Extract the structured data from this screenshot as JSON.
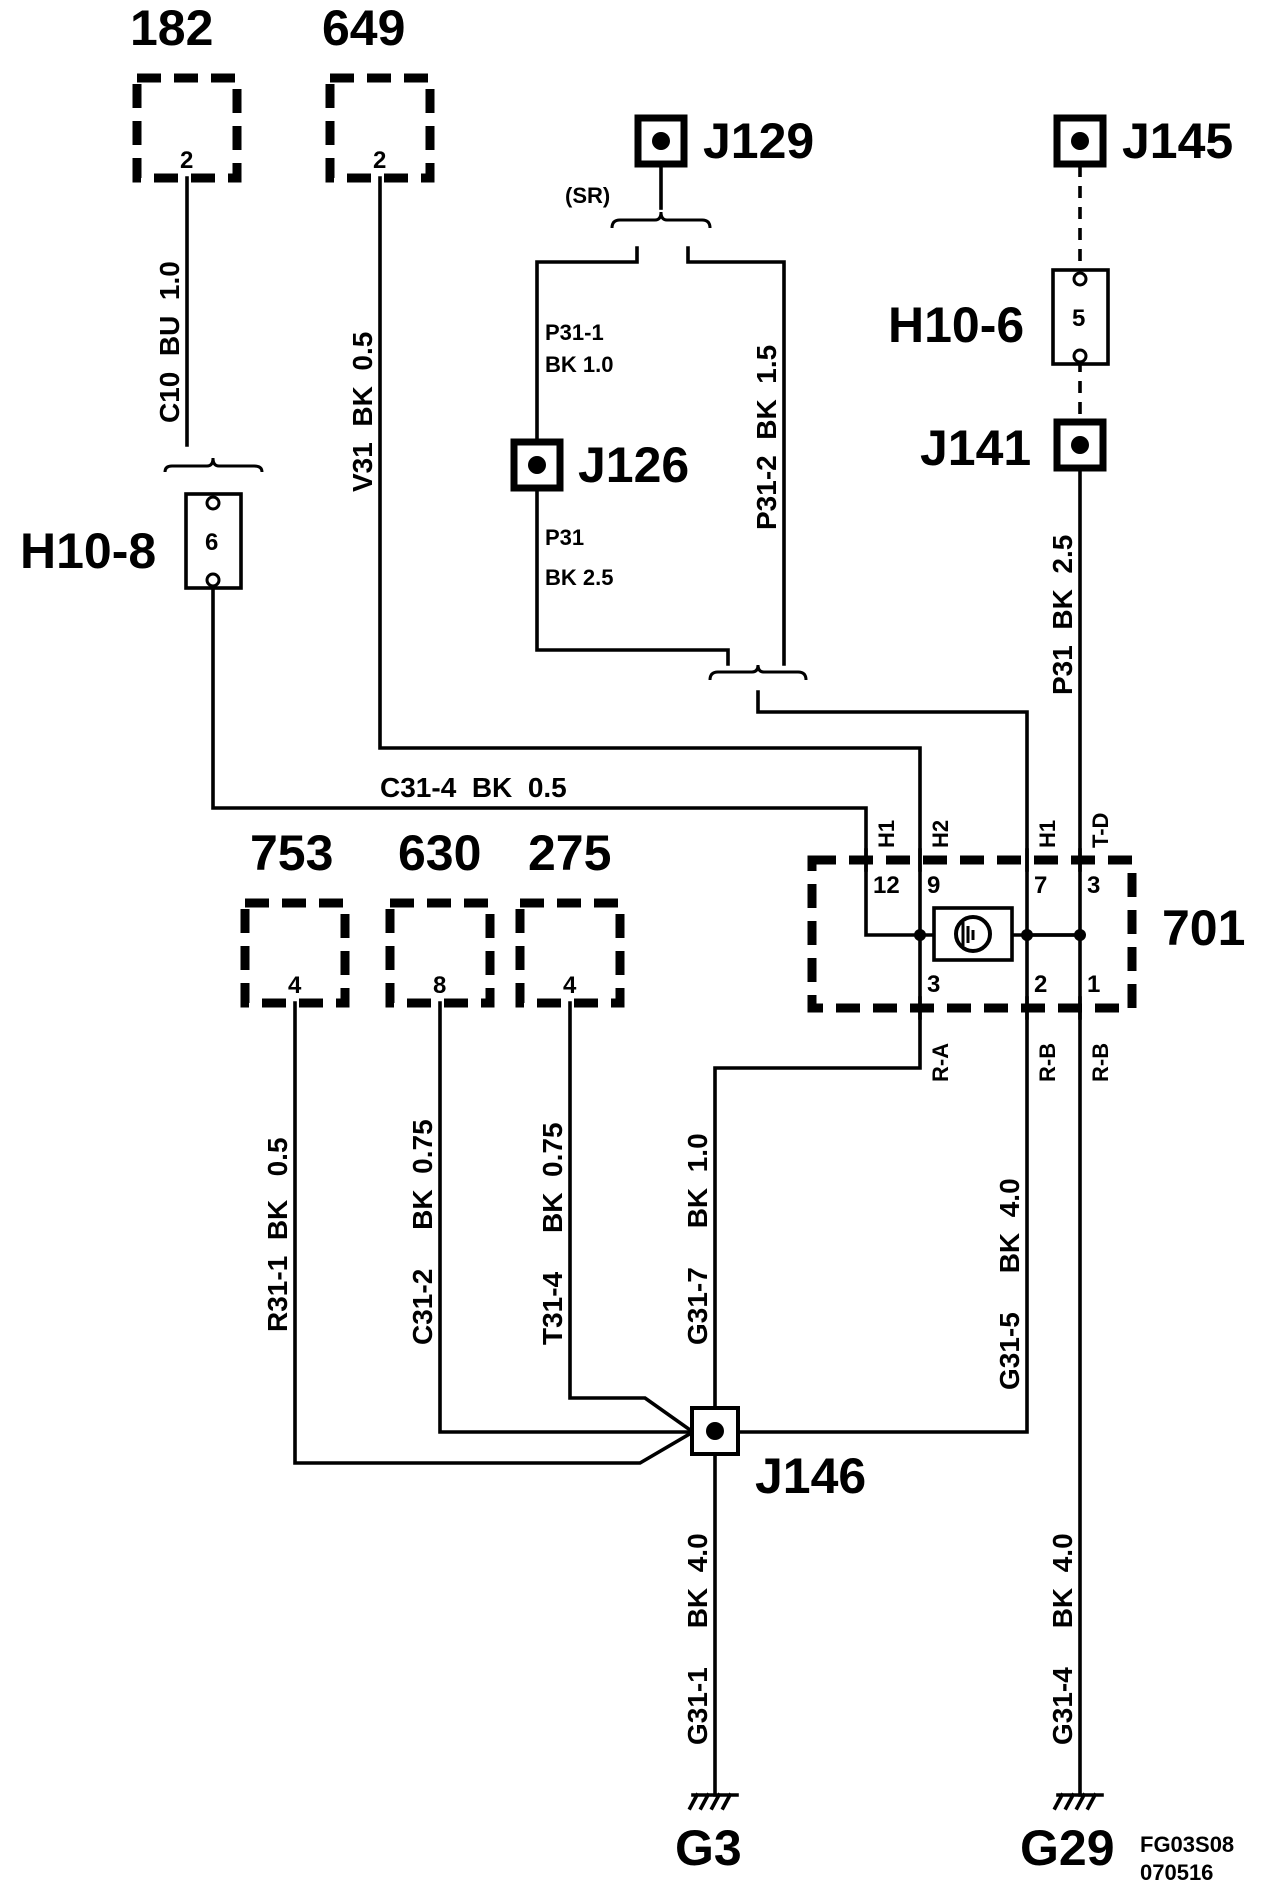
{
  "components": {
    "c182": {
      "label": "182",
      "pin": "2"
    },
    "c649": {
      "label": "649",
      "pin": "2"
    },
    "c753": {
      "label": "753",
      "pin": "4"
    },
    "c630": {
      "label": "630",
      "pin": "8"
    },
    "c275": {
      "label": "275",
      "pin": "4"
    },
    "c701": {
      "label": "701",
      "pins": [
        "12",
        "9",
        "7",
        "3",
        "3",
        "2",
        "1"
      ],
      "top_tags": [
        "H1",
        "H2",
        "H1",
        "T-D"
      ],
      "bottom_tags": [
        "R-A",
        "R-B",
        "R-B"
      ]
    }
  },
  "splices": {
    "j129": "J129",
    "j145": "J145",
    "j126": "J126",
    "j141": "J141",
    "j146": "J146"
  },
  "connectors": {
    "h10_8": {
      "label": "H10-8",
      "pin": "6"
    },
    "h10_6": {
      "label": "H10-6",
      "pin": "5"
    }
  },
  "option_tag": "(SR)",
  "wires": {
    "c10": "C10  BU  1.0",
    "v31": "V31  BK  0.5",
    "p31_1_a": "P31-1",
    "p31_1_b": "BK 1.0",
    "p31_a": "P31",
    "p31_b": "BK 2.5",
    "p31_2": "P31-2  BK  1.5",
    "p31_right": "P31  BK  2.5",
    "c31_4": "C31-4  BK  0.5",
    "r31_1": "R31-1  BK   0.5",
    "c31_2": "C31-2     BK  0.75",
    "t31_4": "T31-4     BK  0.75",
    "g31_7": "G31-7     BK  1.0",
    "g31_5": "G31-5     BK  4.0",
    "g31_1": "G31-1     BK  4.0",
    "g31_4": "G31-4     BK  4.0"
  },
  "grounds": {
    "g3": "G3",
    "g29": "G29"
  },
  "figure_id": {
    "line1": "FG03S08",
    "line2": "070516"
  }
}
